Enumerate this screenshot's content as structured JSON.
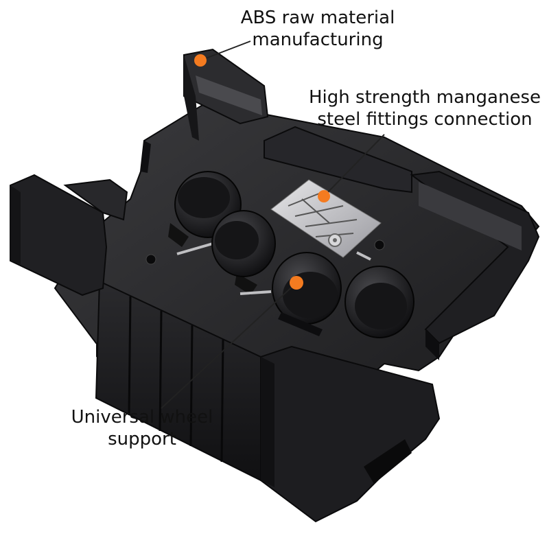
{
  "callouts": {
    "abs": {
      "line1": "ABS raw material",
      "line2": "manufacturing"
    },
    "steel": {
      "line1": "High strength manganese",
      "line2": "steel fittings connection"
    },
    "wheel": {
      "line1": "Universal wheel",
      "line2": "support"
    }
  },
  "colors": {
    "marker": "#f47b20",
    "body": "#1c1c1e",
    "background": "#ffffff"
  }
}
